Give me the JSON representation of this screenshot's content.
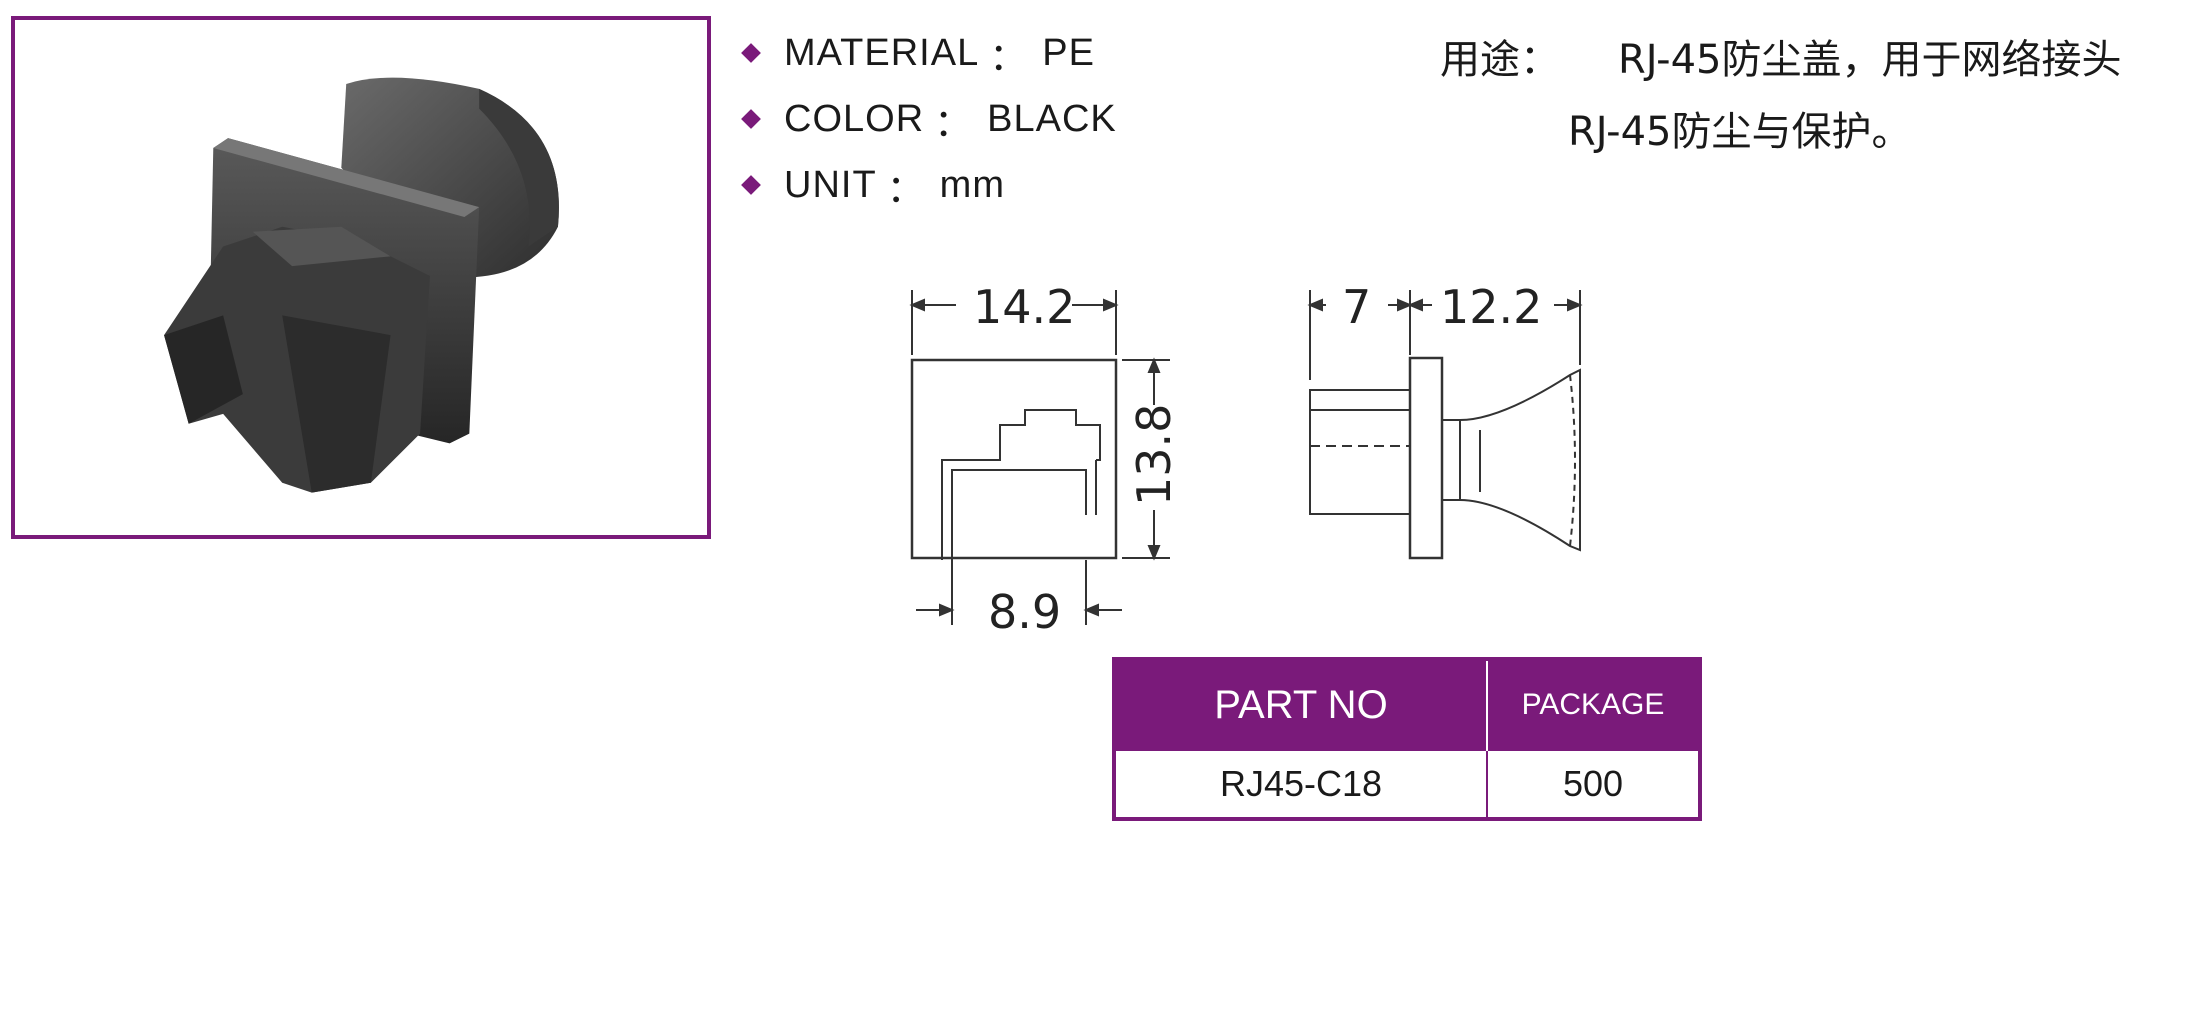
{
  "specs": [
    {
      "label": "MATERIAL",
      "value": "PE"
    },
    {
      "label": "COLOR",
      "value": "BLACK"
    },
    {
      "label": "UNIT",
      "value": "mm"
    }
  ],
  "spec_separator": "：",
  "usage": {
    "label": "用途：",
    "line1": "RJ-45防尘盖，用于网络接头",
    "line2": "RJ-45防尘与保护。"
  },
  "drawing": {
    "front_width": "14.2",
    "front_height": "13.8",
    "front_opening": "8.9",
    "side_head": "7",
    "side_body": "12.2"
  },
  "table": {
    "headers": [
      "PART NO",
      "PACKAGE"
    ],
    "rows": [
      [
        "RJ45-C18",
        "500"
      ]
    ]
  },
  "colors": {
    "accent": "#7a1a7a"
  }
}
